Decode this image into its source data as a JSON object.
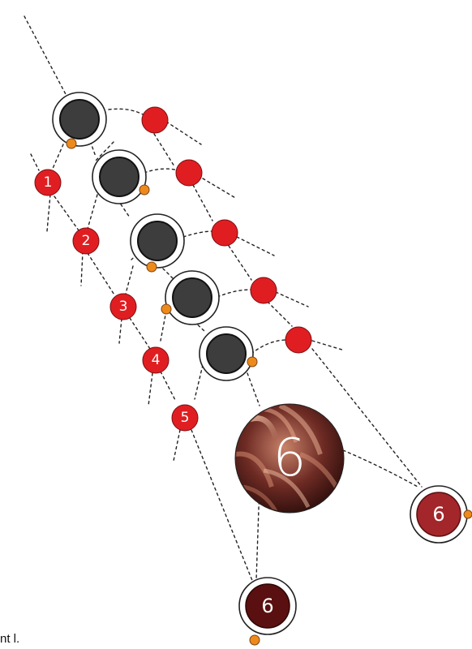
{
  "numbered_nodes": [
    "1",
    "2",
    "3",
    "4",
    "5"
  ],
  "big_node_label": "6",
  "right_node_label": "6",
  "bottom_node_label": "6",
  "corner_text": "nt l.",
  "colors": {
    "red_node": "#e01e22",
    "dark_node": "#3d3d3d",
    "orange_dot": "#ee8a1c",
    "dark_red_node": "#a3262a",
    "maroon_node": "#5a1010"
  }
}
